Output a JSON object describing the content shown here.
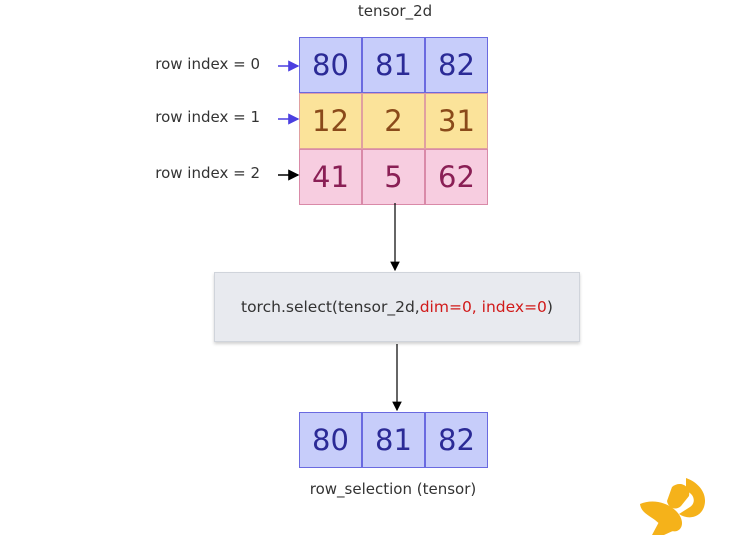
{
  "diagram": {
    "input_title": "tensor_2d",
    "row_labels": [
      "row index = 0",
      "row index = 1",
      "row index = 2"
    ],
    "tensor_rows": [
      [
        "80",
        "81",
        "82"
      ],
      [
        "12",
        "2",
        "31"
      ],
      [
        "41",
        "5",
        "62"
      ]
    ],
    "operation": {
      "func_prefix": "torch.select(tensor_2d, ",
      "args": "dim=0, index=0",
      "func_suffix": ")"
    },
    "result_values": [
      "80",
      "81",
      "82"
    ],
    "result_caption": "row_selection (tensor)"
  },
  "colors": {
    "row0_fill": "#c7cdfa",
    "row1_fill": "#fbe39a",
    "row2_fill": "#f7cde0",
    "row0_arrow": "#4b3fe0",
    "row1_arrow": "#4b3fe0",
    "row2_arrow": "#000000",
    "arg_highlight": "#d11a1a",
    "logo": "#f5b21a"
  }
}
